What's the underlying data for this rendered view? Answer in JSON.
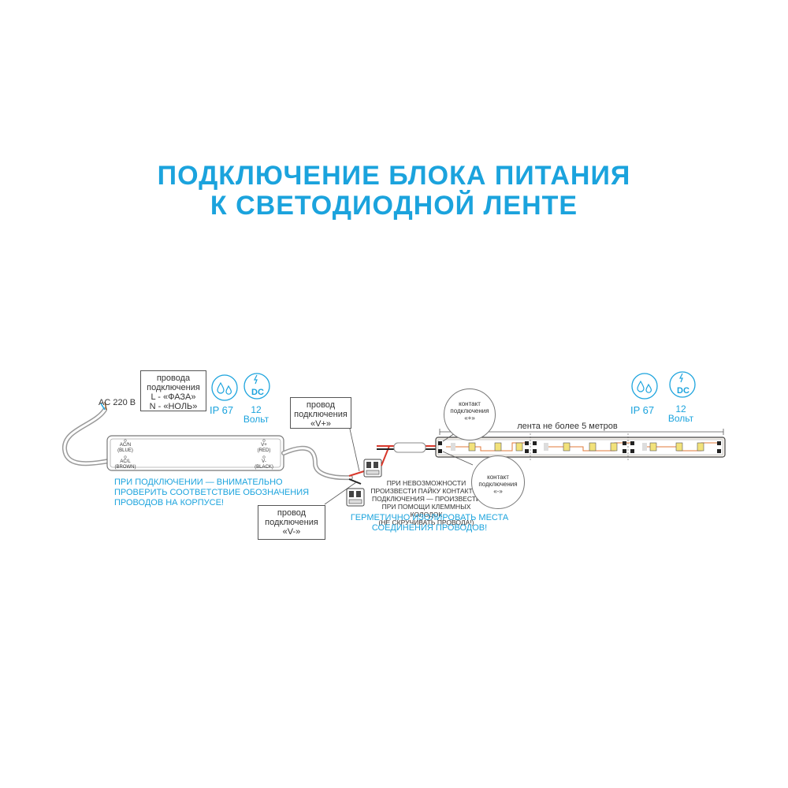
{
  "title": {
    "line1": "ПОДКЛЮЧЕНИЕ БЛОКА ПИТАНИЯ",
    "line2": "К СВЕТОДИОДНОЙ ЛЕНТЕ"
  },
  "psu": {
    "ac_label": "AC 220 В",
    "wires_box": [
      "провода",
      "подключения",
      "L - «ФАЗА»",
      "N - «НОЛЬ»"
    ],
    "acn": "AC/N",
    "acn_color": "(BLUE)",
    "acl": "AC/L",
    "acl_color": "(BROWN)",
    "vplus": "V+",
    "vplus_color": "(RED)",
    "vminus": "V-",
    "vminus_color": "(BLACK)",
    "ip_label": "IP 67",
    "volt_value": "12",
    "volt_unit": "Вольт",
    "warning": [
      "ПРИ ПОДКЛЮЧЕНИИ — ВНИМАТЕЛЬНО",
      "ПРОВЕРИТЬ СООТВЕТСТВИЕ ОБОЗНАЧЕНИЯ",
      "ПРОВОДОВ НА КОРПУСЕ!"
    ]
  },
  "wires": {
    "vplus_box": [
      "провод",
      "подключения",
      "«V+»"
    ],
    "vminus_box": [
      "провод",
      "подключения",
      "«V-»"
    ],
    "solder_note": [
      "ПРИ НЕВОЗМОЖНОСТИ",
      "ПРОИЗВЕСТИ ПАЙКУ КОНТАКТОВ",
      "ПОДКЛЮЧЕНИЯ — ПРОИЗВЕСТИ",
      "ПРИ ПОМОЩИ КЛЕММНЫХ КОЛОДОК",
      "(НЕ СКРУЧИВАТЬ ПРОВОДА!)"
    ],
    "seal_note": [
      "ГЕРМЕТИЧНО ИЗОЛИРОВАТЬ МЕСТА",
      "СОЕДИНЕНИЯ ПРОВОДОВ!"
    ]
  },
  "strip": {
    "length_label": "лента не более 5 метров",
    "contact_plus": [
      "контакт",
      "подключения",
      "«+»"
    ],
    "contact_minus": [
      "контакт",
      "подключения",
      "«-»"
    ],
    "ip_label": "IP 67",
    "volt_value": "12",
    "volt_unit": "Вольт",
    "dc_label": "DC"
  },
  "colors": {
    "accent": "#1ba3dd",
    "wire_red": "#d8382b",
    "strip_copper": "#e07a3a",
    "led_yellow": "#f2e27a"
  },
  "icons": [
    "water-drop-icon",
    "dc-lightning-icon",
    "terminal-block-icon"
  ]
}
